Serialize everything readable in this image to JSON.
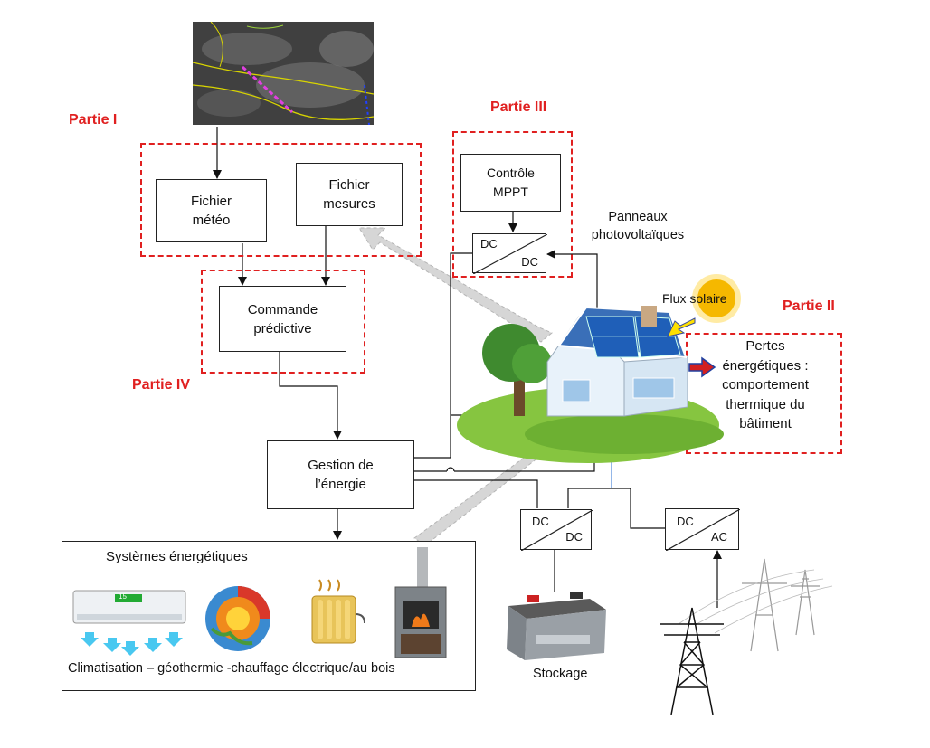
{
  "parts": {
    "p1": "Partie I",
    "p2": "Partie II",
    "p3": "Partie III",
    "p4": "Partie IV"
  },
  "boxes": {
    "fichier_meteo": [
      "Fichier",
      "météo"
    ],
    "fichier_mesures": [
      "Fichier",
      "mesures"
    ],
    "controle_mppt": [
      "Contrôle",
      "MPPT"
    ],
    "commande": [
      "Commande",
      "prédictive"
    ],
    "gestion": [
      "Gestion de",
      "l’énergie"
    ],
    "pertes": [
      "Pertes",
      "énergétiques :",
      "comportement",
      "thermique du",
      "bâtiment"
    ]
  },
  "converters": {
    "dcdc_top": {
      "top": "DC",
      "bottom": "DC"
    },
    "dcdc_storage": {
      "top": "DC",
      "bottom": "DC"
    },
    "dcac": {
      "top": "DC",
      "bottom": "AC"
    }
  },
  "labels": {
    "panneaux": [
      "Panneaux",
      "photovoltaïques"
    ],
    "flux_solaire": "Flux solaire",
    "stockage": "Stockage",
    "systemes_title": "Systèmes énergétiques",
    "systemes_caption": "Climatisation – géothermie -chauffage électrique/au bois",
    "ac_display": "15"
  },
  "colors": {
    "partie_red": "#e02020",
    "arrow_grey": "#d0d0d0",
    "sun": "#f5b800",
    "panel_blue": "#1f5fb8",
    "grass": "#7cc242"
  }
}
